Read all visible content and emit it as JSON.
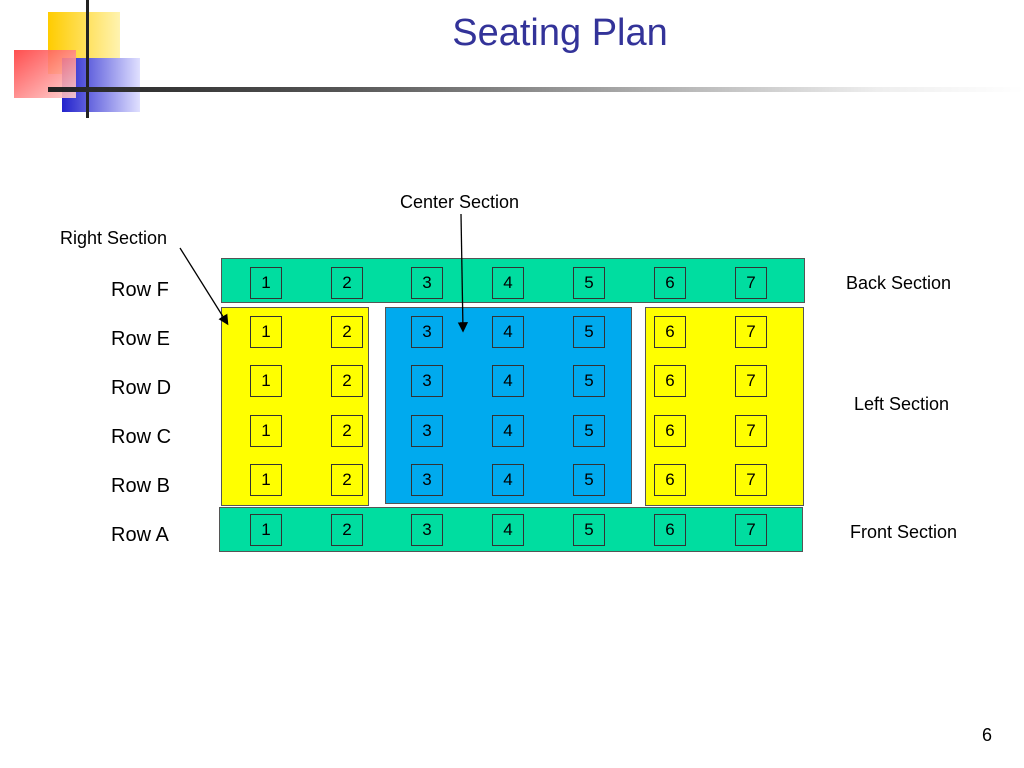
{
  "title": "Seating Plan",
  "page_number": "6",
  "labels": {
    "center_section": "Center Section",
    "right_section": "Right Section",
    "back_section": "Back Section",
    "left_section": "Left Section",
    "front_section": "Front Section"
  },
  "rows": [
    "Row F",
    "Row E",
    "Row D",
    "Row C",
    "Row B",
    "Row A"
  ],
  "seats": [
    "1",
    "2",
    "3",
    "4",
    "5",
    "6",
    "7"
  ],
  "colors": {
    "title": "#333399",
    "back_front_section": "#00DDA0",
    "side_section": "#FFFF00",
    "center_section": "#00AAEE",
    "logo_yellow": "#FFCC00",
    "logo_red": "#FF5555",
    "logo_blue": "#3333DD"
  }
}
